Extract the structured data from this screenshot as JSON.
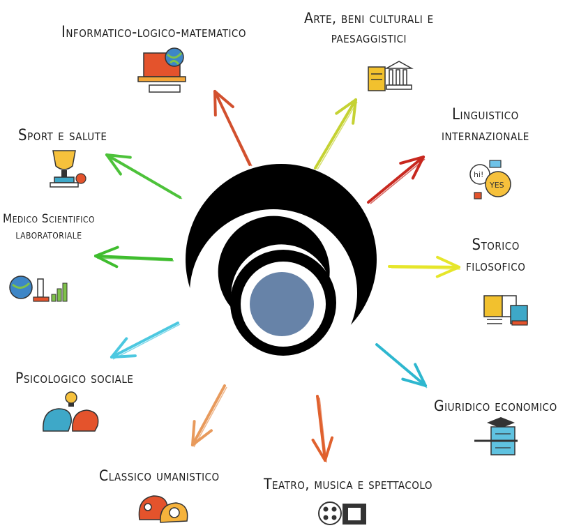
{
  "diagram": {
    "center_colors": {
      "ring": "#000000",
      "core": "#6783a8"
    },
    "branches": [
      {
        "id": "informatico",
        "lines": [
          "Informatico-logico-matematico"
        ],
        "arrow_color": "#d2502e",
        "icon": "laptop-globe-icon"
      },
      {
        "id": "arte",
        "lines": [
          "Arte, beni culturali e",
          "paesaggistici"
        ],
        "arrow_color": "#c5d233",
        "icon": "museum-book-icon"
      },
      {
        "id": "linguistico",
        "lines": [
          "Linguistico",
          "internazionale"
        ],
        "arrow_color": "#c8281f",
        "icon": "speech-bubbles-icon"
      },
      {
        "id": "storico",
        "lines": [
          "Storico",
          "filosofico"
        ],
        "arrow_color": "#e6e62a",
        "icon": "open-books-icon"
      },
      {
        "id": "giuridico",
        "lines": [
          "Giuridico economico"
        ],
        "arrow_color": "#2eb7cf",
        "icon": "graduation-document-icon"
      },
      {
        "id": "teatro",
        "lines": [
          "Teatro, musica e spettacolo"
        ],
        "arrow_color": "#e0612e",
        "icon": "film-reel-icon"
      },
      {
        "id": "classico",
        "lines": [
          "Classico umanistico"
        ],
        "arrow_color": "#e89a5c",
        "icon": "head-gears-icon"
      },
      {
        "id": "psicologico",
        "lines": [
          "Psicologico sociale"
        ],
        "arrow_color": "#4cc8e0",
        "icon": "heads-lightbulb-icon"
      },
      {
        "id": "medico",
        "lines": [
          "Medico Scientifico",
          "laboratoriale"
        ],
        "arrow_color": "#3fbd2e",
        "icon": "microscope-chart-icon"
      },
      {
        "id": "sport",
        "lines": [
          "Sport e salute"
        ],
        "arrow_color": "#4dc23a",
        "icon": "trophy-icon"
      }
    ]
  }
}
